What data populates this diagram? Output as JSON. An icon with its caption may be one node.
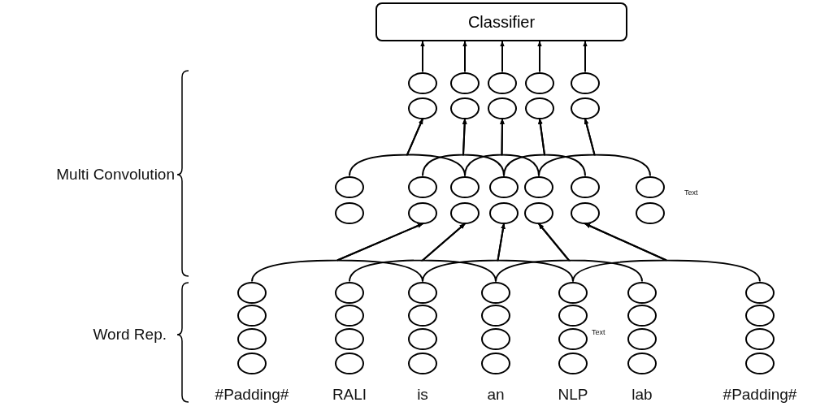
{
  "diagram": {
    "nodes": [
      {
        "text": [
          "Classifier"
        ]
      },
      {
        "text": [],
        "shape": "circle"
      },
      {
        "text": [],
        "shape": "circle"
      },
      {
        "text": [],
        "shape": "circle"
      },
      {
        "text": [],
        "shape": "circle"
      },
      {
        "text": [],
        "shape": "circle"
      },
      {
        "text": [],
        "shape": "circle"
      },
      {
        "text": [],
        "shape": "circle"
      },
      {
        "text": [],
        "shape": "circle"
      },
      {
        "text": [],
        "shape": "circle"
      },
      {
        "text": [],
        "shape": "circle"
      },
      {
        "text": [],
        "shape": "circle"
      },
      {
        "text": [],
        "shape": "circle"
      },
      {
        "text": [],
        "shape": "circle"
      },
      {
        "text": [],
        "shape": "circle"
      },
      {
        "text": [],
        "shape": "circle"
      },
      {
        "text": [],
        "shape": "circle"
      },
      {
        "text": [],
        "shape": "circle"
      },
      {
        "text": [],
        "shape": "circle"
      },
      {
        "text": [],
        "shape": "circle"
      },
      {
        "text": [],
        "shape": "circle"
      },
      {
        "text": [],
        "shape": "circle"
      },
      {
        "text": [],
        "shape": "circle"
      },
      {
        "text": [],
        "shape": "circle"
      },
      {
        "text": [],
        "shape": "circle"
      },
      {
        "text": [],
        "shape": "circle"
      },
      {
        "text": [],
        "shape": "circle"
      },
      {
        "text": [],
        "shape": "circle"
      },
      {
        "text": [],
        "shape": "circle",
        "beside": [
          "#Padding#"
        ]
      },
      {
        "text": [],
        "shape": "circle"
      },
      {
        "text": [],
        "shape": "circle"
      },
      {
        "text": [],
        "shape": "circle"
      },
      {
        "text": [],
        "shape": "circle",
        "beside": [
          "RALI"
        ]
      },
      {
        "text": [],
        "shape": "circle"
      },
      {
        "text": [],
        "shape": "circle"
      },
      {
        "text": [],
        "shape": "circle"
      },
      {
        "text": [],
        "shape": "circle",
        "beside": [
          "is"
        ]
      },
      {
        "text": [],
        "shape": "circle"
      },
      {
        "text": [],
        "shape": "circle"
      },
      {
        "text": [],
        "shape": "circle"
      },
      {
        "text": [],
        "shape": "circle",
        "beside": [
          "an"
        ]
      },
      {
        "text": [],
        "shape": "circle"
      },
      {
        "text": [],
        "shape": "circle"
      },
      {
        "text": [],
        "shape": "circle"
      },
      {
        "text": [],
        "shape": "circle",
        "beside": [
          "NLP"
        ]
      },
      {
        "text": [],
        "shape": "circle"
      },
      {
        "text": [],
        "shape": "circle"
      },
      {
        "text": [],
        "shape": "circle"
      },
      {
        "text": [],
        "shape": "circle",
        "beside": [
          "lab"
        ]
      },
      {
        "text": [],
        "shape": "circle"
      },
      {
        "text": [],
        "shape": "circle"
      },
      {
        "text": [],
        "shape": "circle"
      },
      {
        "text": [],
        "shape": "circle",
        "beside": [
          "#Padding#"
        ]
      }
    ],
    "edges": [
      {
        "from": 1,
        "to": 0,
        "arrow": "to"
      },
      {
        "from": 3,
        "to": 0,
        "arrow": "to"
      },
      {
        "from": 5,
        "to": 0,
        "arrow": "to"
      },
      {
        "from": 7,
        "to": 0,
        "arrow": "to"
      },
      {
        "from": 9,
        "to": 0,
        "arrow": "to"
      },
      {
        "from": 11,
        "to": 2,
        "arrow": "to"
      },
      {
        "from": 15,
        "to": 2,
        "arrow": "to"
      },
      {
        "from": 13,
        "to": 4,
        "arrow": "to"
      },
      {
        "from": 17,
        "to": 4,
        "arrow": "to"
      },
      {
        "from": 15,
        "to": 6,
        "arrow": "to"
      },
      {
        "from": 19,
        "to": 6,
        "arrow": "to"
      },
      {
        "from": 17,
        "to": 8,
        "arrow": "to"
      },
      {
        "from": 21,
        "to": 8,
        "arrow": "to"
      },
      {
        "from": 19,
        "to": 10,
        "arrow": "to"
      },
      {
        "from": 23,
        "to": 10,
        "arrow": "to"
      },
      {
        "from": 25,
        "to": 14,
        "arrow": "to"
      },
      {
        "from": 33,
        "to": 14,
        "arrow": "to"
      },
      {
        "from": 29,
        "to": 16,
        "arrow": "to"
      },
      {
        "from": 37,
        "to": 16,
        "arrow": "to"
      },
      {
        "from": 33,
        "to": 18,
        "arrow": "to"
      },
      {
        "from": 41,
        "to": 18,
        "arrow": "to"
      },
      {
        "from": 37,
        "to": 20,
        "arrow": "to"
      },
      {
        "from": 45,
        "to": 20,
        "arrow": "to"
      },
      {
        "from": 41,
        "to": 22,
        "arrow": "to"
      },
      {
        "from": 49,
        "to": 22,
        "arrow": "to"
      }
    ],
    "labels": [
      "Multi Convolution",
      "Word Rep.",
      "Text",
      "Text"
    ]
  }
}
